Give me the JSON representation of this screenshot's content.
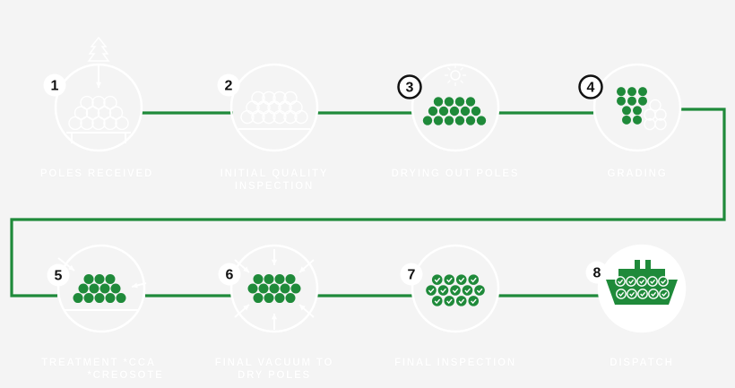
{
  "colors": {
    "background": "#f4f4f4",
    "connector": "#1f8a3a",
    "pole_green": "#1f8a3a",
    "outline": "#ffffff",
    "badge_text": "#111111"
  },
  "steps": [
    {
      "number": "1",
      "label_lines": [
        "POLES RECEIVED"
      ],
      "icon": "stacked-logs-with-tree-icon",
      "status": "pending"
    },
    {
      "number": "2",
      "label_lines": [
        "INITIAL QUALITY",
        "INSPECTION"
      ],
      "icon": "stacked-logs-outline-icon",
      "status": "pending"
    },
    {
      "number": "3",
      "label_lines": [
        "DRYING OUT POLES"
      ],
      "icon": "green-logs-with-sun-icon",
      "status": "active"
    },
    {
      "number": "4",
      "label_lines": [
        "GRADING"
      ],
      "icon": "green-logs-graded-icon",
      "status": "active"
    },
    {
      "number": "5",
      "label_lines": [
        "TREATMENT *CCA",
        "*CREOSOTE"
      ],
      "icon": "green-logs-treatment-icon",
      "status": "done"
    },
    {
      "number": "6",
      "label_lines": [
        "FINAL VACUUM TO",
        "DRY POLES"
      ],
      "icon": "green-logs-vacuum-icon",
      "status": "done"
    },
    {
      "number": "7",
      "label_lines": [
        "FINAL INSPECTION"
      ],
      "icon": "green-logs-checked-icon",
      "status": "done"
    },
    {
      "number": "8",
      "label_lines": [
        "DISPATCH"
      ],
      "icon": "ship-icon",
      "status": "done"
    }
  ]
}
